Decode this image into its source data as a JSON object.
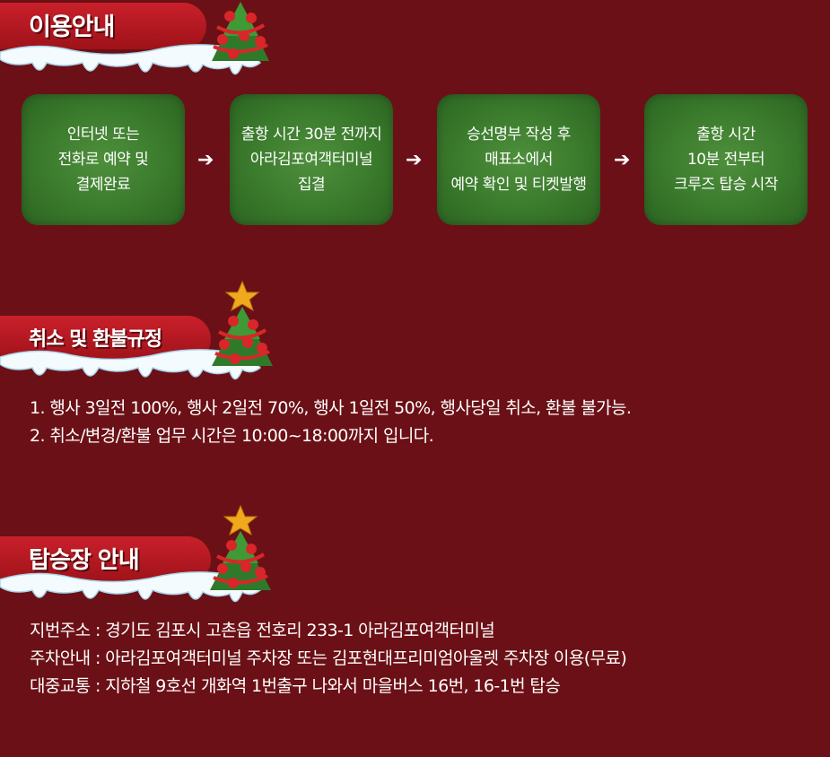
{
  "sections": {
    "usage": {
      "title": "이용안내"
    },
    "refund": {
      "title": "취소 및 환불규정"
    },
    "boarding": {
      "title": "탑승장 안내"
    }
  },
  "steps": [
    {
      "text": "인터넷 또는\n전화로 예약 및\n결제완료"
    },
    {
      "text": "출항 시간 30분 전까지\n아라김포여객터미널\n집결"
    },
    {
      "text": "승선명부 작성 후\n매표소에서\n예약 확인 및 티켓발행"
    },
    {
      "text": "출항 시간\n10분 전부터\n크루즈 탑승 시작"
    }
  ],
  "arrow_glyph": "➔",
  "refund_lines": [
    "1. 행사 3일전 100%, 행사 2일전 70%, 행사 1일전 50%, 행사당일 취소, 환불 불가능.",
    "2. 취소/변경/환불 업무 시간은 10:00~18:00까지 입니다."
  ],
  "boarding_lines": [
    "지번주소 : 경기도 김포시 고촌읍 전호리 233-1 아라김포여객터미널",
    "주차안내 : 아라김포여객터미널 주차장 또는 김포현대프리미엄아울렛 주차장 이용(무료)",
    "대중교통 : 지하철 9호선 개화역 1번출구 나와서 마을버스 16번, 16-1번 탑승"
  ],
  "colors": {
    "background": "#6b1016",
    "ribbon": "#c9202b",
    "step_green": "#3a7a2c",
    "snow": "#f4fbff",
    "tree": "#2f7a2a",
    "ornament": "#d8262a",
    "star": "#f2a81d"
  },
  "icons": [
    "christmas-tree-icon",
    "star-icon",
    "arrow-right-icon"
  ]
}
